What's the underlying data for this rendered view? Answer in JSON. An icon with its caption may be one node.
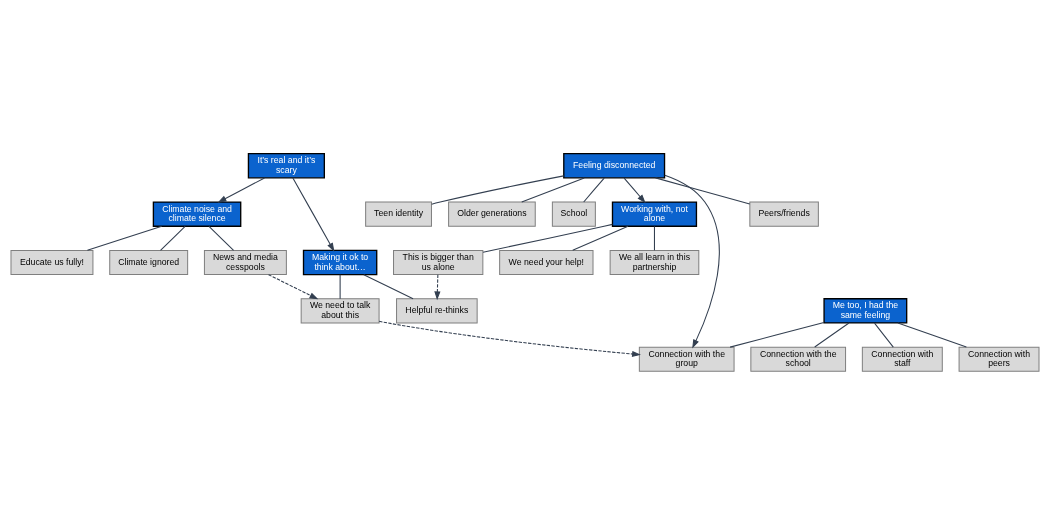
{
  "diagram": {
    "nodes": [
      {
        "text": [
          "It’s real and it’s scary"
        ]
      },
      {
        "text": [
          "Climate noise and climate silence"
        ]
      },
      {
        "text": [
          "Climate ignored"
        ]
      },
      {
        "text": [
          "News and media cesspools"
        ]
      },
      {
        "text": [
          "Educate us fully!"
        ]
      },
      {
        "text": [
          "Making it ok to think about…"
        ]
      },
      {
        "text": [
          "Helpful re-thinks"
        ]
      },
      {
        "text": [
          "We need to talk about this"
        ]
      },
      {
        "text": [
          "Me too, I had the same feeling"
        ]
      },
      {
        "text": [
          "Connection with peers"
        ]
      },
      {
        "text": [
          "Connection with the group"
        ]
      },
      {
        "text": [
          "Connection with the school"
        ]
      },
      {
        "text": [
          "Connection with staff"
        ]
      },
      {
        "text": [
          "Feeling disconnected"
        ]
      },
      {
        "text": [
          "Peers/friends"
        ]
      },
      {
        "text": [
          "Teen identity"
        ]
      },
      {
        "text": [
          "Older generations"
        ]
      },
      {
        "text": [
          "School"
        ]
      },
      {
        "text": [
          "Working with, not alone"
        ]
      },
      {
        "text": [
          "We all learn in this partnership"
        ]
      },
      {
        "text": [
          "This is bigger than us alone"
        ]
      },
      {
        "text": [
          "We need your help!"
        ]
      }
    ],
    "edges": [
      {
        "from": 0,
        "to": 1,
        "arrow": "to"
      },
      {
        "from": 0,
        "to": 5,
        "arrow": "to"
      },
      {
        "from": 1,
        "to": 2,
        "arrow": "none"
      },
      {
        "from": 1,
        "to": 3,
        "arrow": "none"
      },
      {
        "from": 1,
        "to": 4,
        "arrow": "none"
      },
      {
        "from": 3,
        "to": 7,
        "arrow": "to",
        "style": "dashed"
      },
      {
        "from": 5,
        "to": 6,
        "arrow": "none"
      },
      {
        "from": 5,
        "to": 7,
        "arrow": "none"
      },
      {
        "from": 7,
        "to": 10,
        "arrow": "to",
        "style": "dashed"
      },
      {
        "from": 8,
        "to": 9,
        "arrow": "none"
      },
      {
        "from": 8,
        "to": 10,
        "arrow": "none"
      },
      {
        "from": 8,
        "to": 11,
        "arrow": "none"
      },
      {
        "from": 8,
        "to": 12,
        "arrow": "none"
      },
      {
        "from": 13,
        "to": 10,
        "arrow": "to"
      },
      {
        "from": 13,
        "to": 18,
        "arrow": "to"
      },
      {
        "from": 20,
        "to": 6,
        "arrow": "to",
        "style": "dashed"
      },
      {
        "from": 13,
        "to": 14,
        "arrow": "none"
      },
      {
        "from": 13,
        "to": 15,
        "arrow": "none"
      },
      {
        "from": 13,
        "to": 16,
        "arrow": "none"
      },
      {
        "from": 13,
        "to": 17,
        "arrow": "none"
      },
      {
        "from": 18,
        "to": 19,
        "arrow": "none"
      },
      {
        "from": 18,
        "to": 20,
        "arrow": "none"
      },
      {
        "from": 18,
        "to": 21,
        "arrow": "none"
      }
    ]
  }
}
